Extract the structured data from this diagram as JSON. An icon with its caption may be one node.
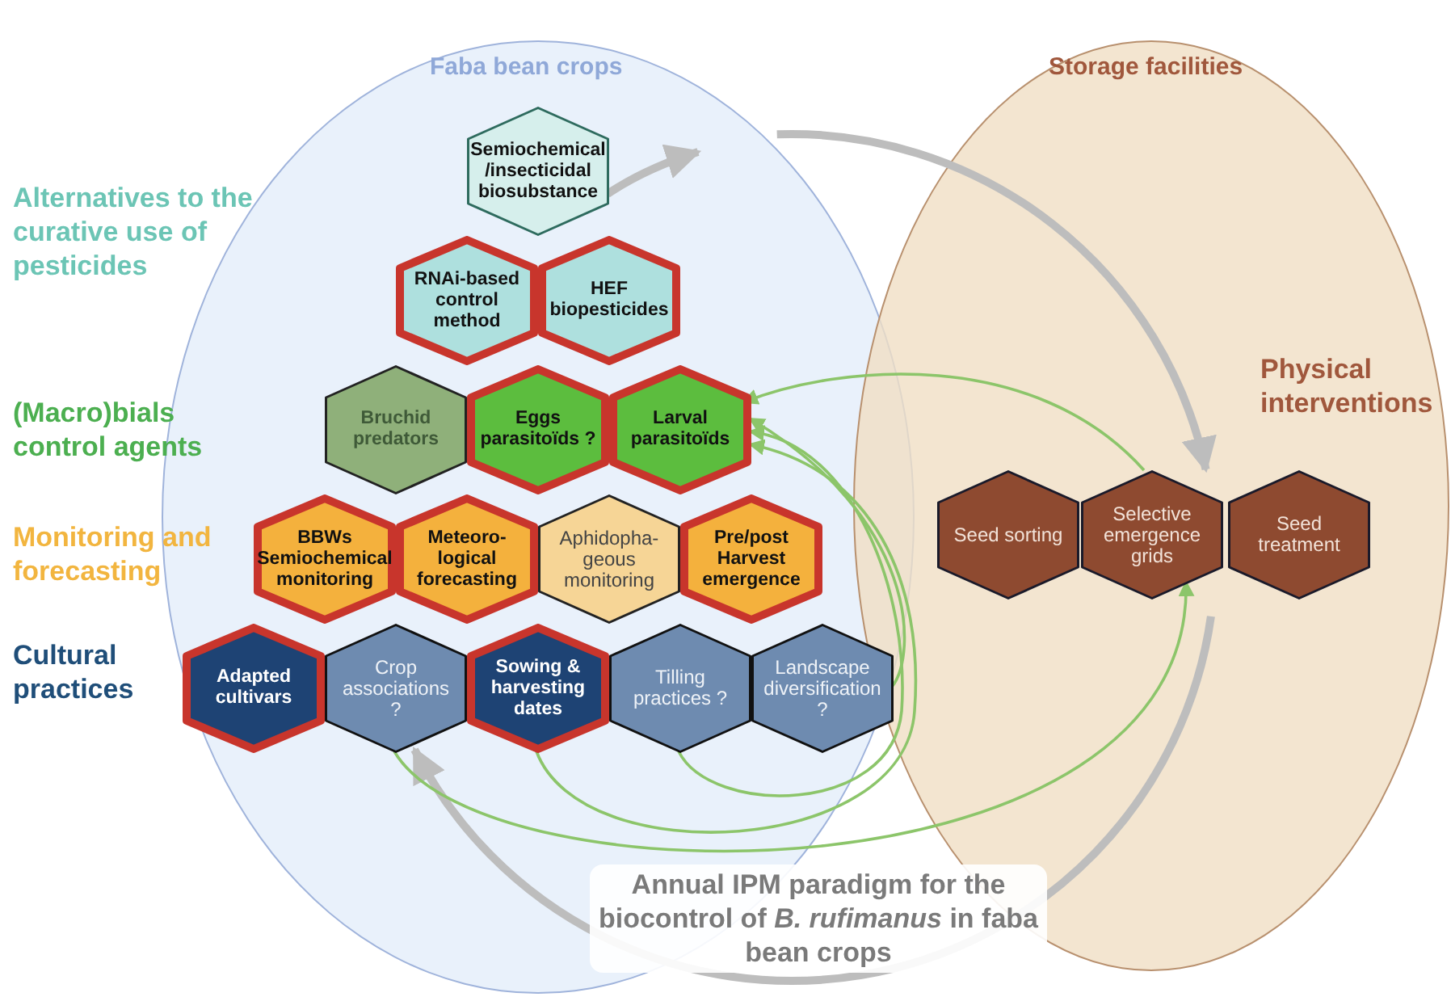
{
  "diagram": {
    "caption": "Annual IPM paradigm for the biocontrol of *B. rufimanus* in faba bean crops",
    "nodes": [
      {
        "text": [
          "Faba bean crops"
        ]
      },
      {
        "text": [
          "Storage facilities"
        ]
      },
      {
        "text": [
          "Semiochemical /insecticidal biosubstance"
        ],
        "in": 0
      },
      {
        "text": [
          "RNAi-based control method"
        ],
        "in": 0
      },
      {
        "text": [
          "HEF biopesticides"
        ],
        "in": 0
      },
      {
        "text": [
          "Bruchid predators"
        ],
        "in": 0
      },
      {
        "text": [
          "Eggs parasitoïds ?"
        ],
        "in": 0
      },
      {
        "text": [
          "Larval parasitoïds"
        ],
        "in": 0
      },
      {
        "text": [
          "BBWs Semiochemical monitoring"
        ],
        "in": 0
      },
      {
        "text": [
          "Meteoro- logical forecasting"
        ],
        "in": 0
      },
      {
        "text": [
          "Aphidopha- geous monitoring"
        ],
        "in": 0
      },
      {
        "text": [
          "Pre/post Harvest emergence"
        ],
        "in": 0
      },
      {
        "text": [
          "Adapted cultivars"
        ],
        "in": 0
      },
      {
        "text": [
          "Crop associations ?"
        ],
        "in": 0
      },
      {
        "text": [
          "Sowing & harvesting dates"
        ],
        "in": 0
      },
      {
        "text": [
          "Tilling practices ?"
        ],
        "in": 0
      },
      {
        "text": [
          "Landscape diversification ?"
        ],
        "in": 0
      },
      {
        "text": [
          "Seed sorting"
        ],
        "in": 1
      },
      {
        "text": [
          "Selective emergence grids"
        ],
        "in": 1
      },
      {
        "text": [
          "Seed treatment"
        ],
        "in": 1
      }
    ],
    "edges": [
      {
        "from": 13,
        "to": 18,
        "arrow": "to"
      },
      {
        "from": 14,
        "to": 7,
        "arrow": "to"
      },
      {
        "from": 15,
        "to": 7,
        "arrow": "to"
      },
      {
        "from": 16,
        "to": 7,
        "arrow": "to"
      },
      {
        "from": 18,
        "to": 7,
        "arrow": "to"
      }
    ],
    "labels": [
      "Alternatives to the curative use of pesticides",
      "(Macro)bials control agents",
      "Monitoring and forecasting",
      "Cultural practices",
      "Physical interventions"
    ]
  }
}
